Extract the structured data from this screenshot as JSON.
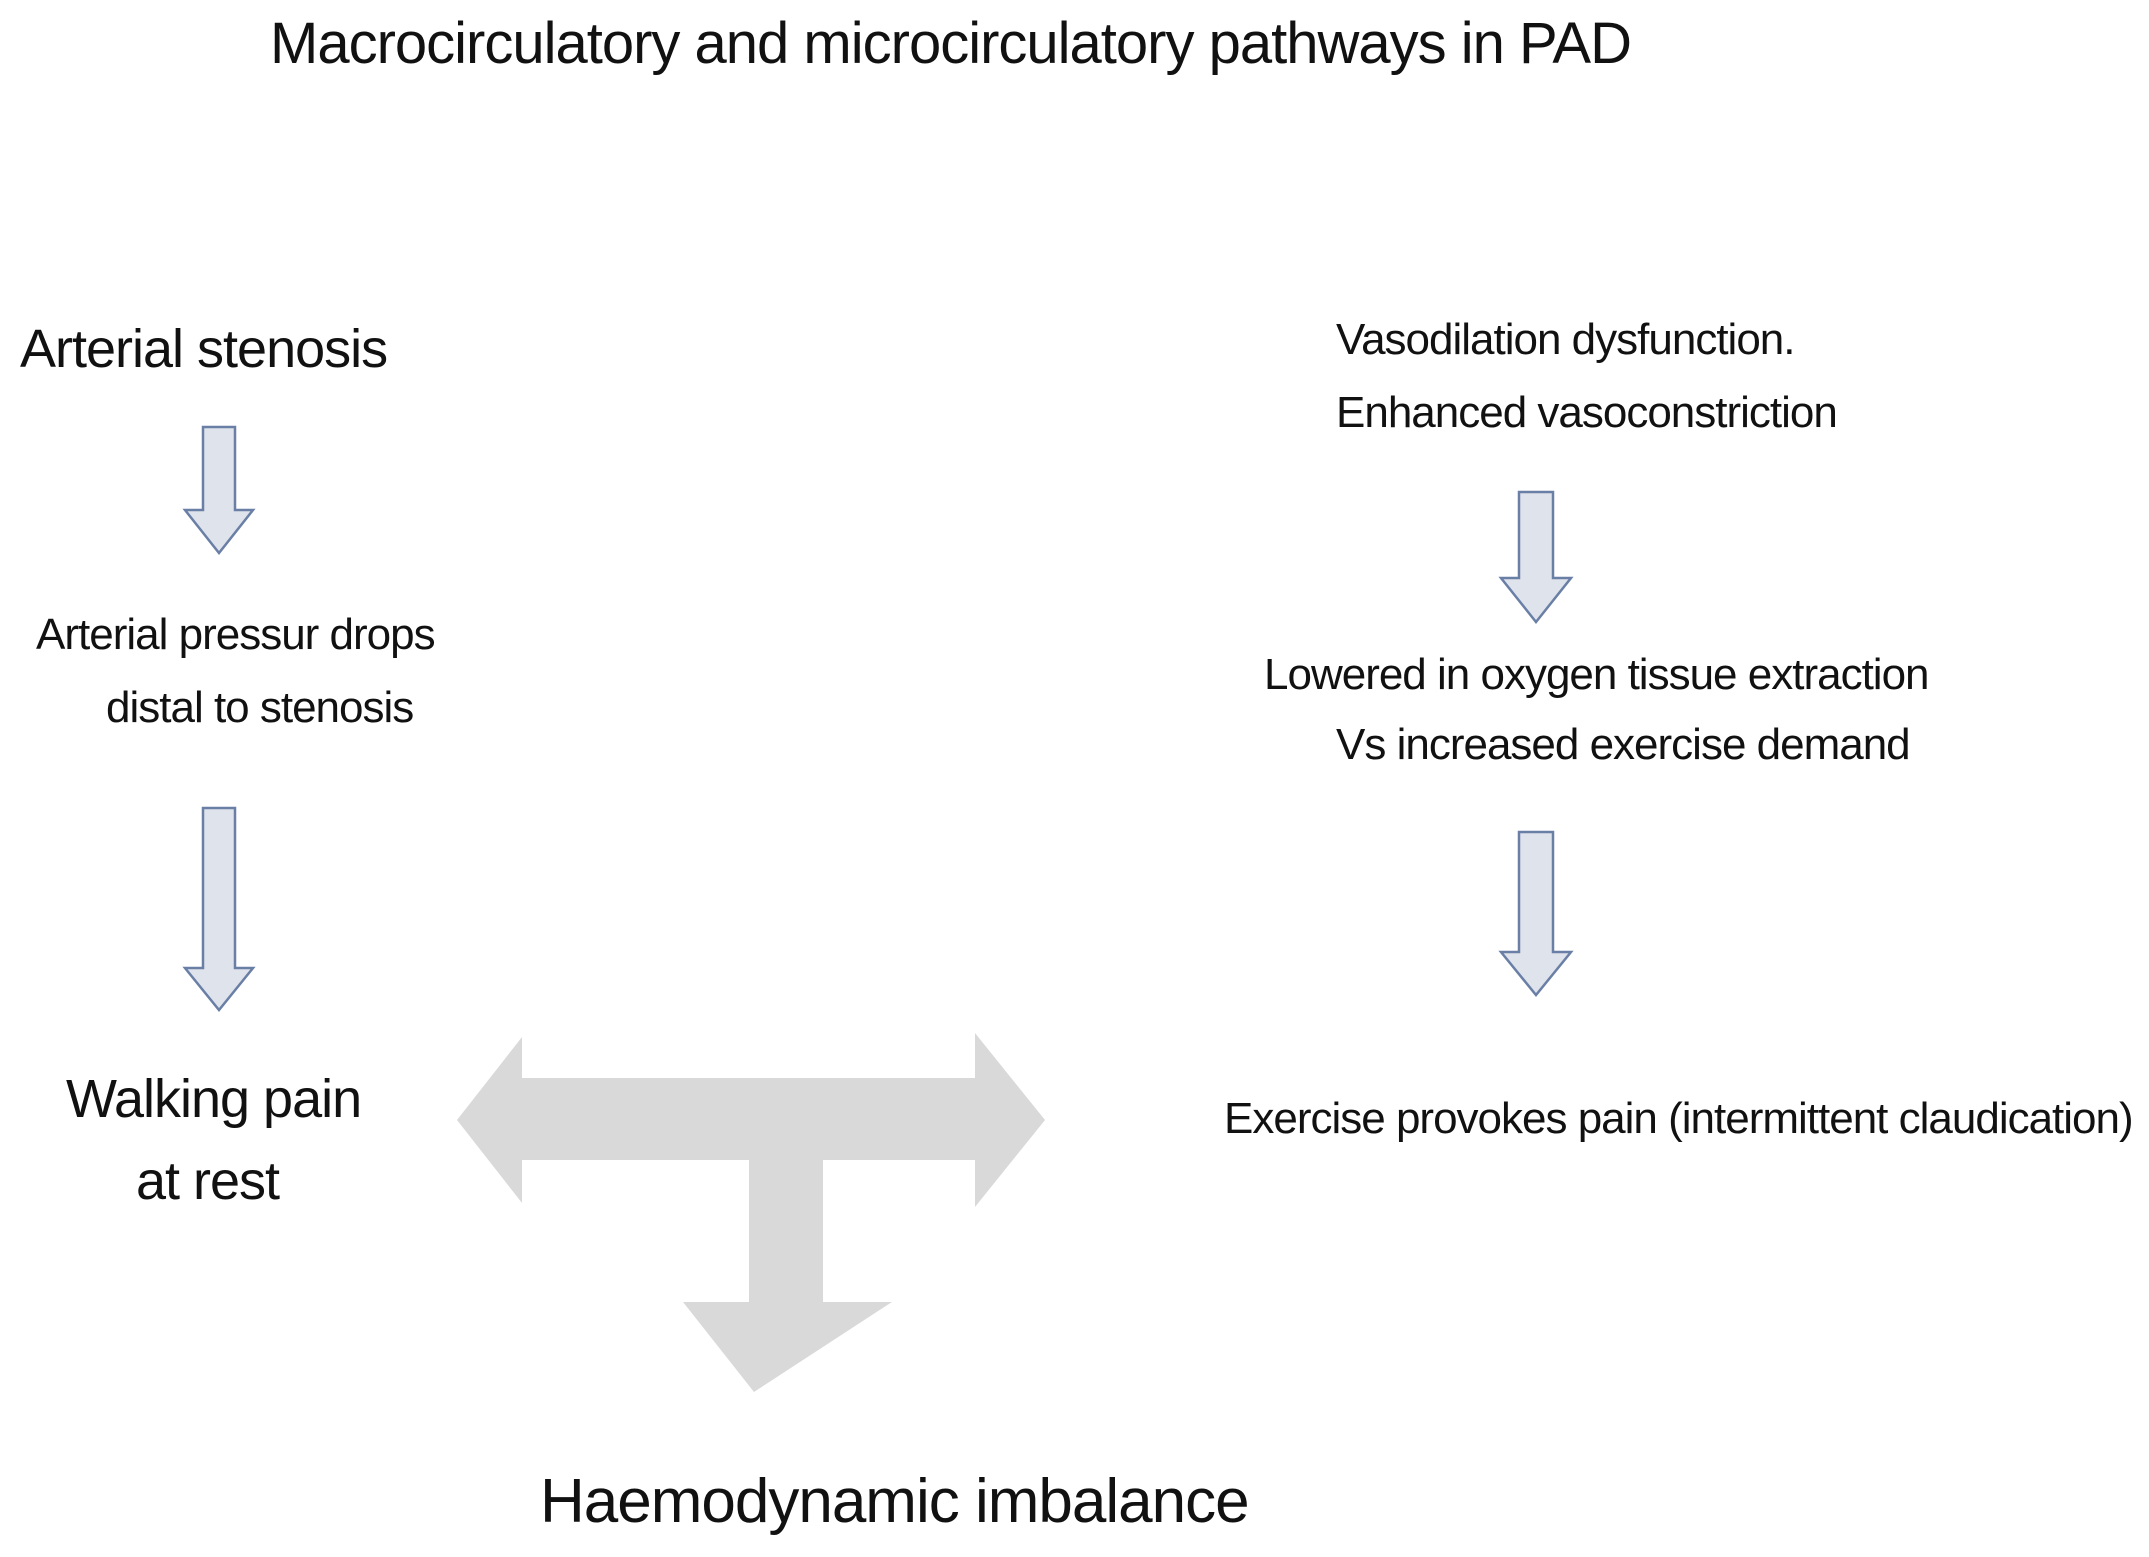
{
  "title": "Macrocirculatory and microcirculatory pathways in PAD",
  "macro_pathway": {
    "step1": "Arterial stenosis",
    "step2_line1": "Arterial pressur drops",
    "step2_line2": "distal to stenosis",
    "step3_line1": "Walking pain",
    "step3_line2": "at rest"
  },
  "micro_pathway": {
    "step1_line1": "Vasodilation dysfunction.",
    "step1_line2": "Enhanced vasoconstriction",
    "step2_line1": "Lowered in oxygen tissue extraction",
    "step2_line2": "Vs increased exercise demand",
    "step3": "Exercise provokes pain (intermittent claudication)"
  },
  "outcome": "Haemodynamic imbalance",
  "colors": {
    "flow_arrow_fill": "#dfe3ec",
    "flow_arrow_stroke": "#6a7fa6",
    "connector_fill": "#d9d9d9",
    "text": "#111111"
  }
}
